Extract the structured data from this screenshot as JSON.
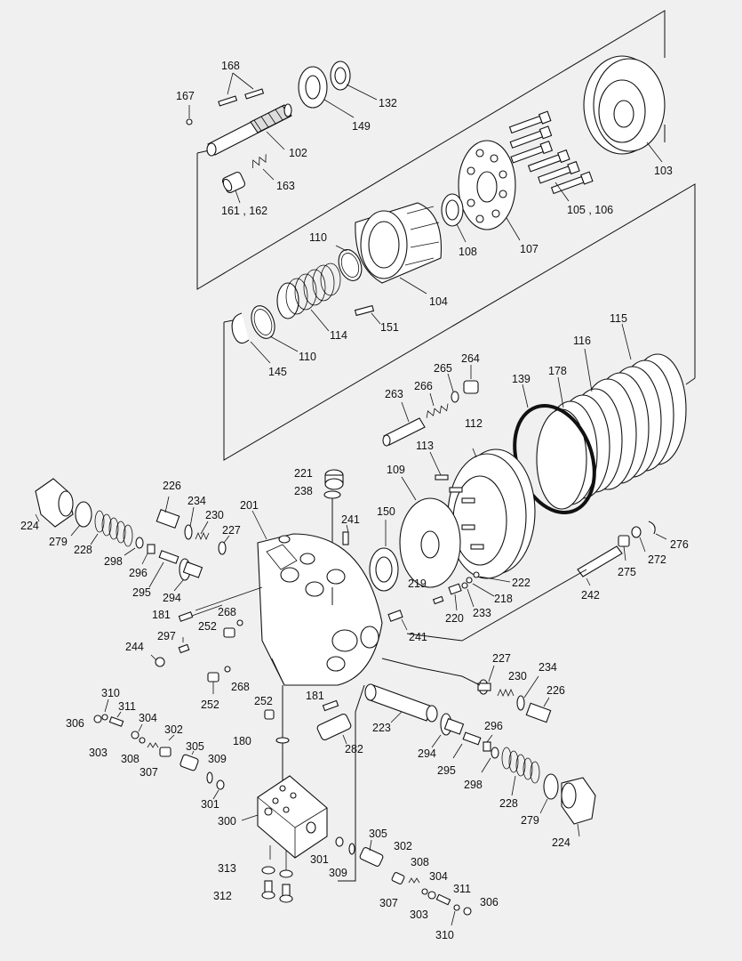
{
  "callouts": [
    "168",
    "167",
    "132",
    "149",
    "102",
    "163",
    "161 , 162",
    "103",
    "105 , 106",
    "107",
    "108",
    "110",
    "104",
    "151",
    "114",
    "110",
    "145",
    "115",
    "116",
    "178",
    "139",
    "264",
    "265",
    "266",
    "263",
    "112",
    "113",
    "221",
    "238",
    "109",
    "150",
    "226",
    "234",
    "230",
    "227",
    "201",
    "241",
    "224",
    "279",
    "228",
    "298",
    "296",
    "295",
    "294",
    "181",
    "268",
    "252",
    "244",
    "297",
    "222",
    "218",
    "219",
    "233",
    "220",
    "241",
    "276",
    "272",
    "275",
    "242",
    "227",
    "230",
    "234",
    "226",
    "268",
    "252",
    "252",
    "181",
    "223",
    "294",
    "296",
    "295",
    "298",
    "282",
    "180",
    "228",
    "279",
    "224",
    "310",
    "311",
    "306",
    "304",
    "302",
    "303",
    "308",
    "307",
    "305",
    "309",
    "301",
    "300",
    "301",
    "305",
    "309",
    "302",
    "308",
    "313",
    "312",
    "307",
    "304",
    "311",
    "303",
    "306",
    "310"
  ]
}
